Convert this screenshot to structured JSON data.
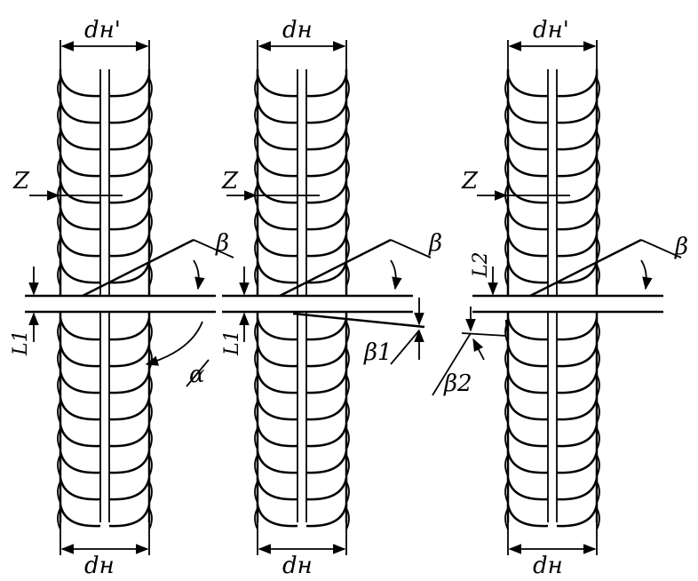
{
  "bars": [
    {
      "id": "bar-1",
      "top_dim": "dн'",
      "bottom_dim": "dн",
      "section_label": "Z",
      "angle_label": "β",
      "gap_label": "L1",
      "extra_angle_label": "α"
    },
    {
      "id": "bar-2",
      "top_dim": "dн",
      "bottom_dim": "dн",
      "section_label": "Z",
      "angle_label": "β",
      "gap_label": "L1",
      "extra_angle_label": "β1"
    },
    {
      "id": "bar-3",
      "top_dim": "dн'",
      "bottom_dim": "dн",
      "section_label": "Z",
      "angle_label": "β",
      "gap_label": "L2",
      "extra_angle_label": "β2"
    }
  ]
}
